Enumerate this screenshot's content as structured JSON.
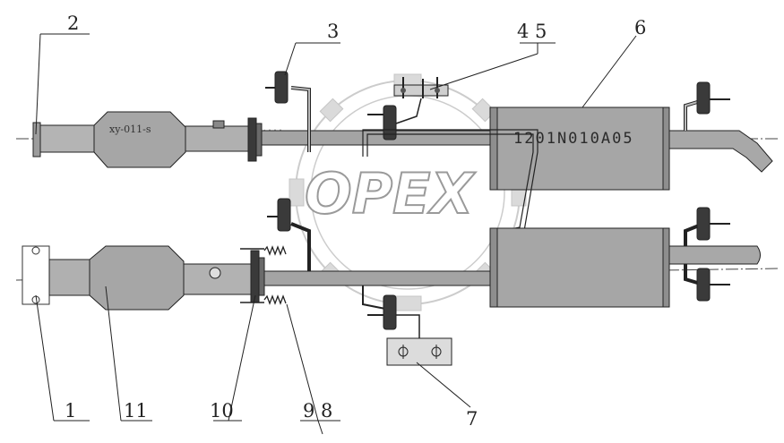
{
  "diagram": {
    "callouts": {
      "c1": "1",
      "c2": "2",
      "c3": "3",
      "c45": "4 5",
      "c6": "6",
      "c7": "7",
      "c98": "9 8",
      "c10": "10",
      "c11": "11"
    },
    "part_markings": {
      "catalyst_upper": "xy-011-s",
      "muffler_upper": "1201N010A05"
    },
    "watermark": "OPEX",
    "colors": {
      "pipe_fill": "#a9a9a9",
      "dark_part": "#3a3a3a",
      "line": "#222222",
      "watermark_gray": "#9a9a9a"
    }
  }
}
